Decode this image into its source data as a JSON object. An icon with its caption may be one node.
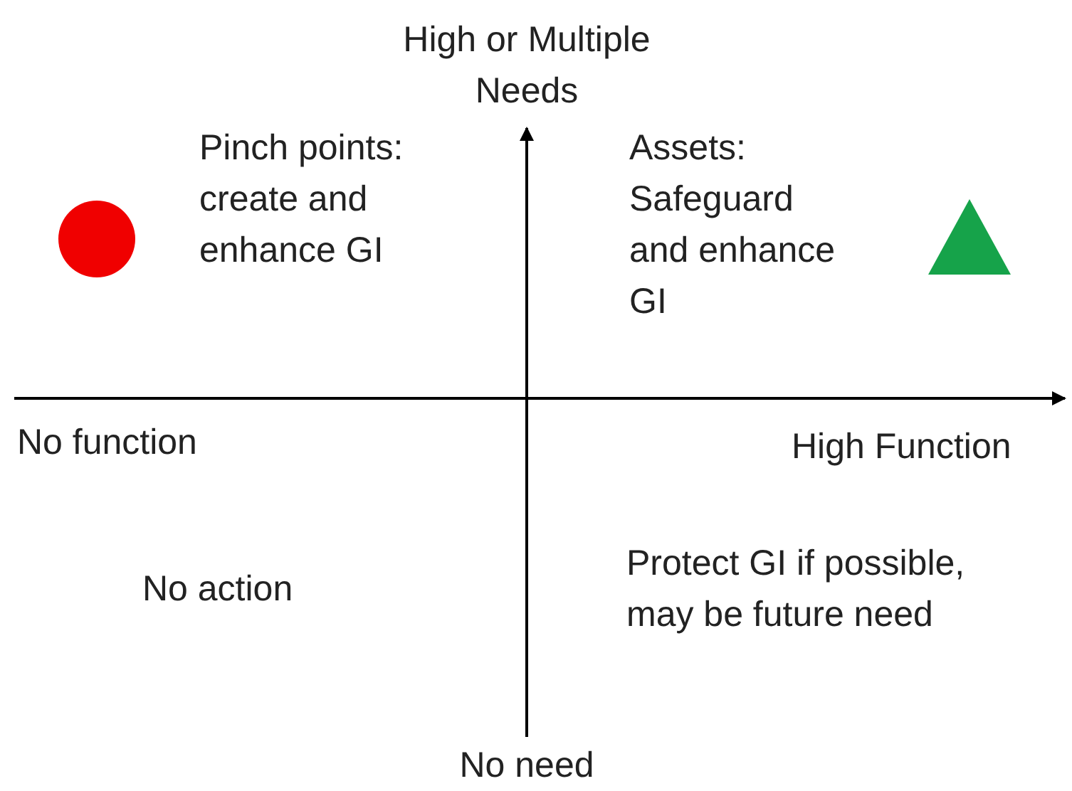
{
  "diagram": {
    "labels": [
      "High or Multiple Needs",
      "Pinch points: create and enhance GI",
      "Assets: Safeguard and enhance GI",
      "No function",
      "High Function",
      "No action",
      "Protect GI if possible, may be future need",
      "No need"
    ]
  }
}
